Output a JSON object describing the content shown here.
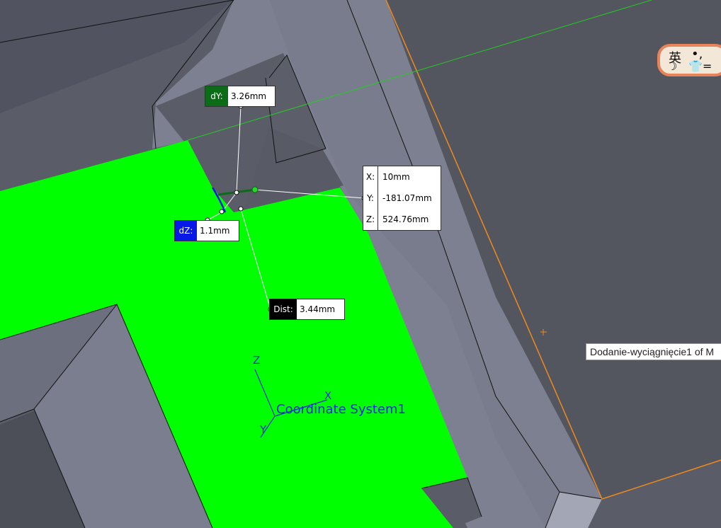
{
  "measure": {
    "dy": {
      "label": "dY:",
      "value": "3.26mm"
    },
    "dz": {
      "label": "dZ:",
      "value": "1.1mm"
    },
    "dist": {
      "label": "Dist:",
      "value": "3.44mm"
    },
    "point": {
      "x_label": "X:",
      "x_value": "10mm",
      "y_label": "Y:",
      "y_value": "-181.07mm",
      "z_label": "Z:",
      "z_value": "524.76mm"
    }
  },
  "tooltip": {
    "text": "Dodanie-wyciągnięcie1 of M"
  },
  "coordinate_system": {
    "name": "Coordinate System1",
    "axis_x": "X",
    "axis_y": "Y",
    "axis_z": "Z"
  },
  "ime_indicator": {
    "glyph1": "英",
    "glyph2": "•,",
    "glyph3": "☽",
    "glyph4": "👕="
  },
  "colors": {
    "selected_face": "#00ff00",
    "model_face_light": "#7b7e8f",
    "model_face_dark": "#55575f",
    "edge_highlight": "#f08a1c",
    "dy_badge": "#0b6b17",
    "dz_badge": "#0818e6",
    "dist_badge": "#000000",
    "coordinate_system": "#1a2ad8"
  }
}
